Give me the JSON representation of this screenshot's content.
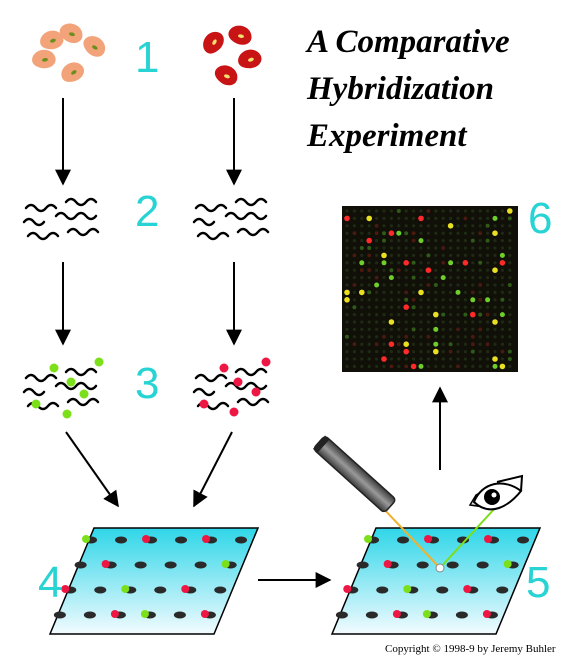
{
  "title": {
    "line1": "A Comparative",
    "line2": "Hybridization",
    "line3": "Experiment"
  },
  "steps": [
    "1",
    "2",
    "3",
    "4",
    "5",
    "6"
  ],
  "copyright": "Copyright © 1998-9 by Jeremy Buhler",
  "colors": {
    "step_number": "#27d3d3",
    "cell_left_fill": "#f3a37a",
    "cell_right_fill": "#c81414",
    "nucleus_left": "#6b8f1d",
    "nucleus_right": "#f0e070",
    "dye_green": "#7be01a",
    "dye_red": "#ee1744",
    "slide_top": "#2fd6e8",
    "slide_bottom": "#f2fbff",
    "array_background": "#101008"
  },
  "icons": {
    "scanner": "laser-scanner-icon",
    "detector": "eye-icon"
  }
}
